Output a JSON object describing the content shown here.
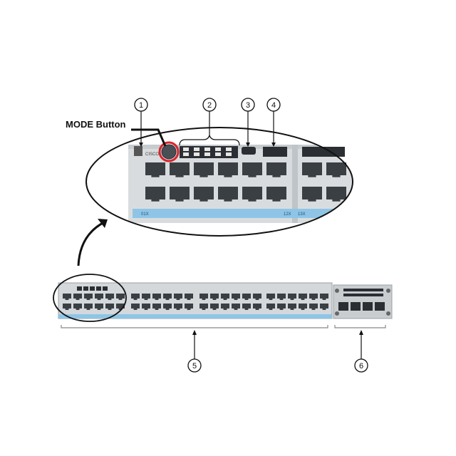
{
  "diagram": {
    "callouts": [
      "1",
      "2",
      "3",
      "4",
      "5",
      "6"
    ],
    "mode_button_label": "MODE Button",
    "port_labels": {
      "left_group_start": "01X",
      "left_group_end": "12X",
      "right_group_start": "13X"
    },
    "brand_text": "CISCO"
  },
  "colors": {
    "chassis": "#d9dcde",
    "chassis_dark": "#b9bec2",
    "port_hole": "#3a3f44",
    "led_strip": "#8ec5e6",
    "mode_ring": "#d9242b"
  }
}
